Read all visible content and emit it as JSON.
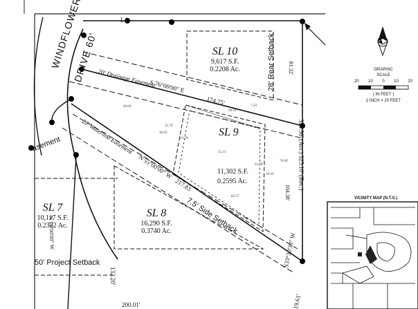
{
  "street": {
    "name": "WINDFLOWER",
    "width": "DRIVE 60'"
  },
  "lots": [
    {
      "id": "lot-10",
      "label": "SL 10",
      "area_sf": "9,617 S.F.",
      "area_ac": "0.2208 Ac."
    },
    {
      "id": "lot-9",
      "label": "SL 9",
      "area_sf": "11,302 S.F.",
      "area_ac": "0.2595 Ac."
    },
    {
      "id": "lot-8",
      "label": "SL 8",
      "area_sf": "16,290 S.F.",
      "area_ac": "0.3740 Ac."
    },
    {
      "id": "lot-7",
      "label": "SL 7",
      "area_sf": "10,117 S.F.",
      "area_ac": "0.2322 Ac."
    }
  ],
  "easements": {
    "drainage": "20' Drainage Easement",
    "waterline": "20' Waterline Easement",
    "easement_fragment": "asement"
  },
  "setbacks": {
    "rear": "28' Rear Setback",
    "side": "7.5' Side Setback",
    "project": "50' Project Setback"
  },
  "bearings": {
    "north_lot9": "S 76°00'00\" E",
    "north_lot9_distance": "174.75'",
    "south_lot9": "N 55°00'00\" W",
    "south_lot9_distance": "217.83",
    "lot7_8_line": "N 14°00'00\" W",
    "southeast": "S33°30'30\" W",
    "southeast_distance": "19.61'"
  },
  "dimensions": {
    "l4": "L4",
    "east_upper": "81.32'",
    "east_total": "324.96' (Act.) 325.10' (Rec.)",
    "east_lower": "104.38'",
    "bottom_left": "132.20'",
    "bottom_partial": "200.01'"
  },
  "small_dims": {
    "a": "69.00'",
    "b": "35.76'",
    "c": "40.03'",
    "d": "60.19'",
    "e": "7.50'",
    "f": "70.00'",
    "g": "63.78'",
    "h": "58.92'",
    "i": "55.13'",
    "j": "83.57'",
    "k": "23.70'"
  },
  "scale": {
    "title": "GRAPHIC",
    "title2": "SCALE",
    "ticks": [
      "20",
      "10",
      "0",
      "10",
      "20"
    ],
    "units": "( IN FEET )",
    "ratio": "1 INCH = 20 FEET"
  },
  "vicinity_map": {
    "title": "VICINITY MAP (N.T.S.)"
  }
}
